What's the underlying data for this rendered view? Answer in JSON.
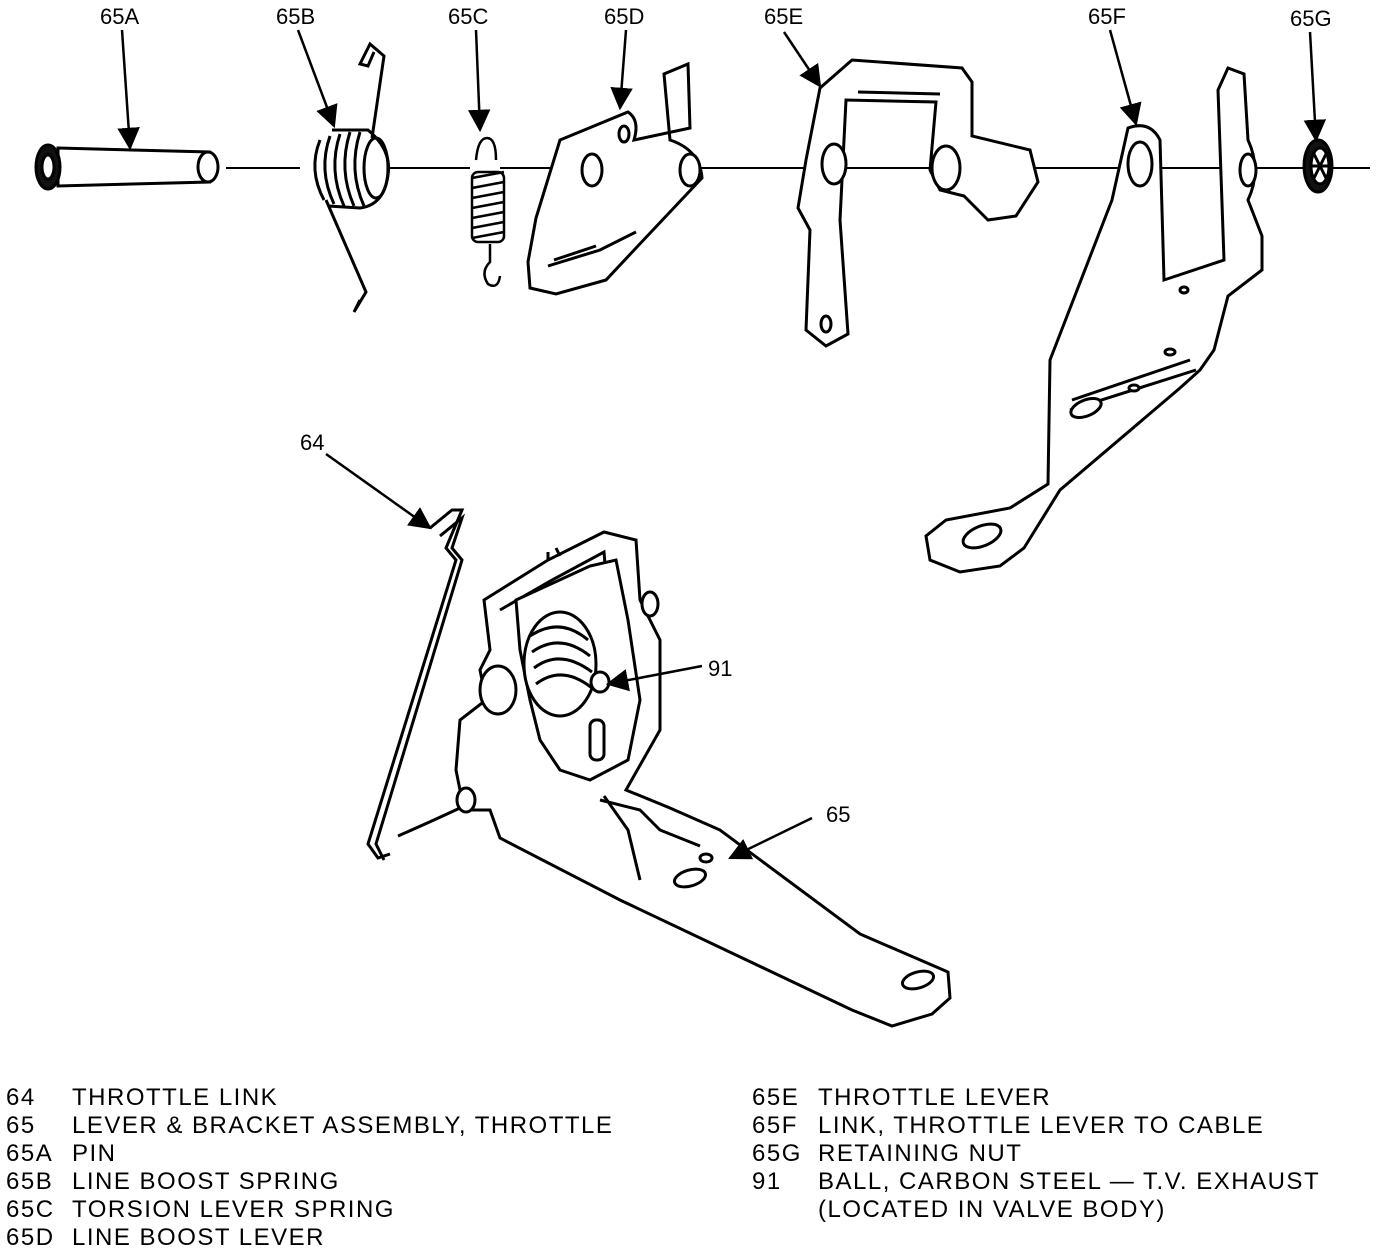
{
  "callouts": {
    "c65A": "65A",
    "c65B": "65B",
    "c65C": "65C",
    "c65D": "65D",
    "c65E": "65E",
    "c65F": "65F",
    "c65G": "65G",
    "c64": "64",
    "c91": "91",
    "c65": "65"
  },
  "legend": {
    "left": [
      {
        "code": "64",
        "text": "THROTTLE LINK"
      },
      {
        "code": "65",
        "text": "LEVER & BRACKET ASSEMBLY, THROTTLE"
      },
      {
        "code": "65A",
        "text": "PIN"
      },
      {
        "code": "65B",
        "text": "LINE BOOST SPRING"
      },
      {
        "code": "65C",
        "text": "TORSION LEVER SPRING"
      },
      {
        "code": "65D",
        "text": "LINE BOOST LEVER"
      }
    ],
    "right": [
      {
        "code": "65E",
        "text": "THROTTLE LEVER"
      },
      {
        "code": "65F",
        "text": "LINK, THROTTLE LEVER TO CABLE"
      },
      {
        "code": "65G",
        "text": "RETAINING NUT"
      },
      {
        "code": "91",
        "text": "BALL, CARBON STEEL — T.V. EXHAUST"
      }
    ],
    "right_continuation": "(LOCATED IN VALVE BODY)"
  }
}
